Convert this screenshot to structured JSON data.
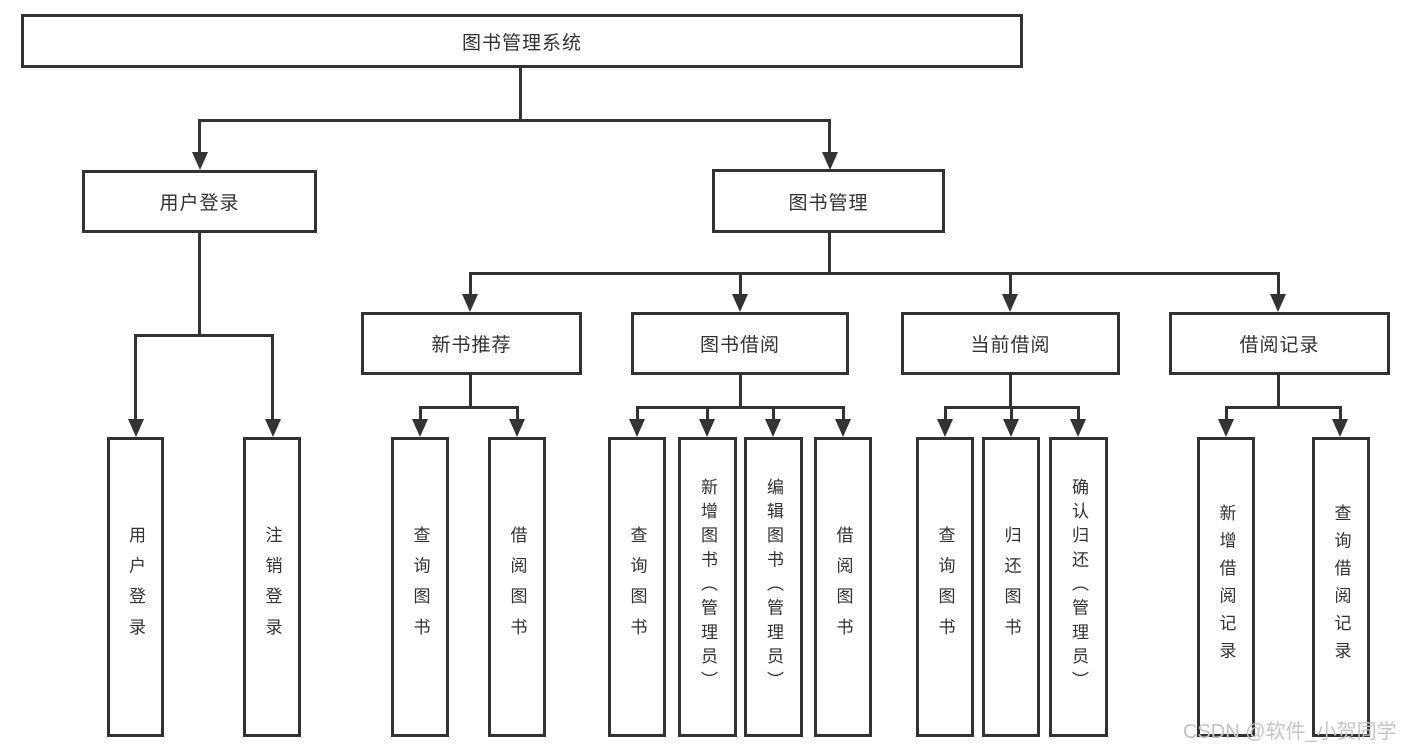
{
  "diagram": {
    "root": {
      "label": "图书管理系统"
    },
    "branches": [
      {
        "label": "用户登录",
        "children": [
          {
            "label": "用户登录"
          },
          {
            "label": "注销登录"
          }
        ]
      },
      {
        "label": "图书管理",
        "children": [
          {
            "label": "新书推荐",
            "children": [
              {
                "label": "查询图书"
              },
              {
                "label": "借阅图书"
              }
            ]
          },
          {
            "label": "图书借阅",
            "children": [
              {
                "label": "查询图书"
              },
              {
                "label": "新增图书（管理员）"
              },
              {
                "label": "编辑图书（管理员）"
              },
              {
                "label": "借阅图书"
              }
            ]
          },
          {
            "label": "当前借阅",
            "children": [
              {
                "label": "查询图书"
              },
              {
                "label": "归还图书"
              },
              {
                "label": "确认归还（管理员）"
              }
            ]
          },
          {
            "label": "借阅记录",
            "children": [
              {
                "label": "新增借阅记录"
              },
              {
                "label": "查询借阅记录"
              }
            ]
          }
        ]
      }
    ]
  },
  "watermark": {
    "text": "CSDN @软件_小贺同学",
    "color": "#c9c3c6"
  },
  "colors": {
    "line": "#333333",
    "text": "#333333",
    "background": "#ffffff"
  }
}
